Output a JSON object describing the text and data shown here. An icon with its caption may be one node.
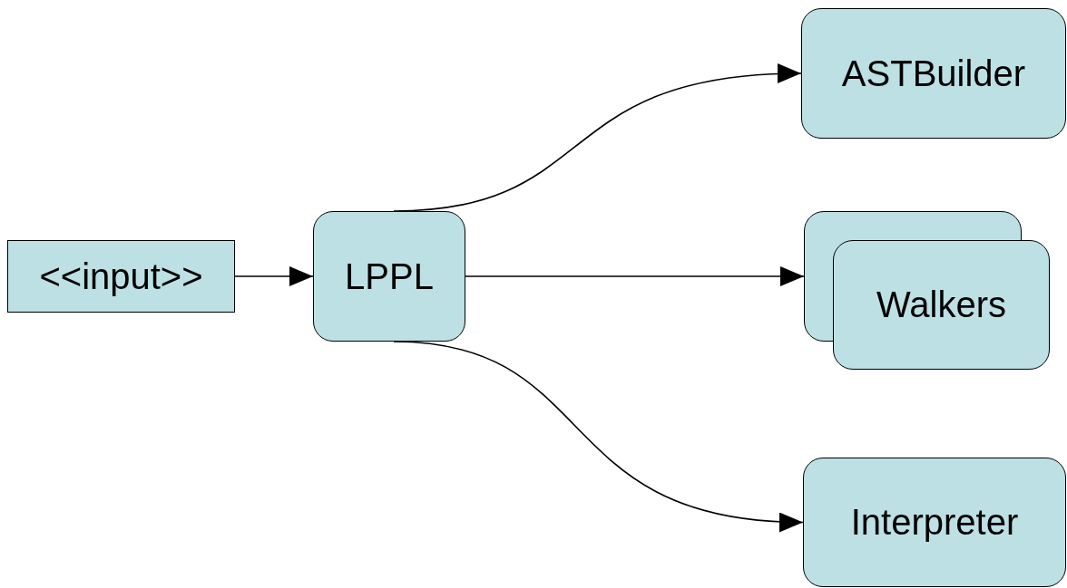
{
  "diagram": {
    "nodes": [
      {
        "text": [
          "<<input>>"
        ]
      },
      {
        "text": [
          "LPPL"
        ]
      },
      {
        "text": [
          "ASTBuilder"
        ]
      },
      {
        "text": [
          "Walkers"
        ]
      },
      {
        "text": [
          "Interpreter"
        ]
      }
    ],
    "edges": [
      {
        "from": 0,
        "to": 1,
        "arrow": "to"
      },
      {
        "from": 1,
        "to": 2,
        "arrow": "to"
      },
      {
        "from": 1,
        "to": 3,
        "arrow": "to"
      },
      {
        "from": 1,
        "to": 4,
        "arrow": "to"
      }
    ]
  }
}
